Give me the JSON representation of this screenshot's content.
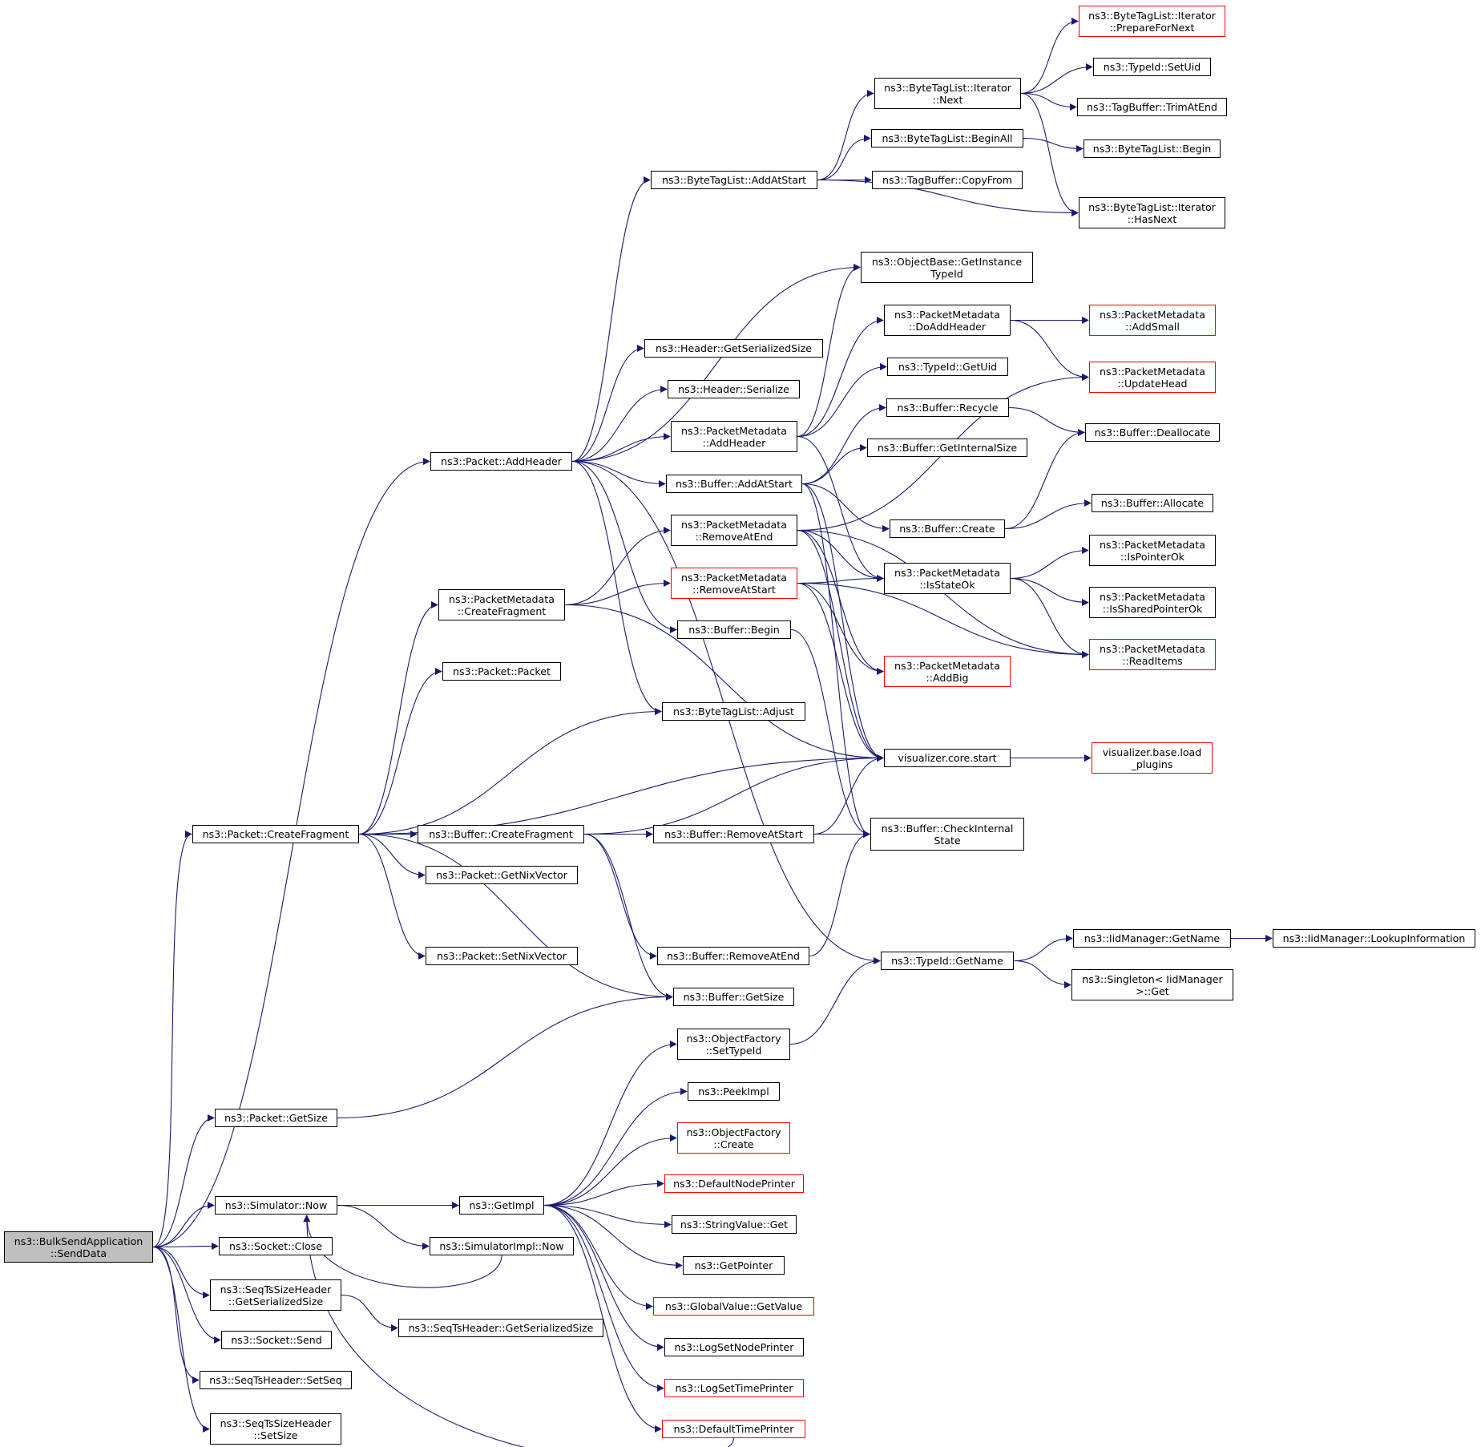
{
  "graph": {
    "edge_color": "#191970",
    "node_border": "#000000",
    "truncated_node_border": "#ff0000",
    "root_fill": "#bfbfbf",
    "nodes": {
      "root": {
        "label": "ns3::BulkSendApplication\n::SendData"
      },
      "pkt_addheader": {
        "label": "ns3::Packet::AddHeader"
      },
      "pkt_createfrag": {
        "label": "ns3::Packet::CreateFragment"
      },
      "pkt_getsize": {
        "label": "ns3::Packet::GetSize"
      },
      "sim_now": {
        "label": "ns3::Simulator::Now"
      },
      "sock_close": {
        "label": "ns3::Socket::Close"
      },
      "seqts_size_getser": {
        "label": "ns3::SeqTsSizeHeader\n::GetSerializedSize"
      },
      "sock_send": {
        "label": "ns3::Socket::Send"
      },
      "seqts_setseq": {
        "label": "ns3::SeqTsHeader::SetSeq"
      },
      "seqts_size_setsize": {
        "label": "ns3::SeqTsSizeHeader\n::SetSize"
      },
      "pm_createfrag": {
        "label": "ns3::PacketMetadata\n::CreateFragment"
      },
      "pkt_packet": {
        "label": "ns3::Packet::Packet"
      },
      "buf_createfrag": {
        "label": "ns3::Buffer::CreateFragment"
      },
      "pkt_getnix": {
        "label": "ns3::Packet::GetNixVector"
      },
      "pkt_setnix": {
        "label": "ns3::Packet::SetNixVector"
      },
      "getimpl": {
        "label": "ns3::GetImpl"
      },
      "simimpl_now": {
        "label": "ns3::SimulatorImpl::Now"
      },
      "seqts_getser": {
        "label": "ns3::SeqTsHeader::GetSerializedSize"
      },
      "btl_addatstart": {
        "label": "ns3::ByteTagList::AddAtStart"
      },
      "hdr_getser": {
        "label": "ns3::Header::GetSerializedSize"
      },
      "hdr_serialize": {
        "label": "ns3::Header::Serialize"
      },
      "pm_addheader": {
        "label": "ns3::PacketMetadata\n::AddHeader"
      },
      "buf_addatstart": {
        "label": "ns3::Buffer::AddAtStart"
      },
      "pm_removeatend": {
        "label": "ns3::PacketMetadata\n::RemoveAtEnd"
      },
      "pm_removeatstart": {
        "label": "ns3::PacketMetadata\n::RemoveAtStart"
      },
      "buf_begin": {
        "label": "ns3::Buffer::Begin"
      },
      "btl_adjust": {
        "label": "ns3::ByteTagList::Adjust"
      },
      "buf_removeatstart": {
        "label": "ns3::Buffer::RemoveAtStart"
      },
      "buf_removeatend": {
        "label": "ns3::Buffer::RemoveAtEnd"
      },
      "buf_getsize": {
        "label": "ns3::Buffer::GetSize"
      },
      "of_settypeid": {
        "label": "ns3::ObjectFactory\n::SetTypeId"
      },
      "peekimpl": {
        "label": "ns3::PeekImpl"
      },
      "of_create": {
        "label": "ns3::ObjectFactory\n::Create"
      },
      "defnodeprinter": {
        "label": "ns3::DefaultNodePrinter"
      },
      "stringvalue_get": {
        "label": "ns3::StringValue::Get"
      },
      "getpointer": {
        "label": "ns3::GetPointer"
      },
      "globalvalue_getvalue": {
        "label": "ns3::GlobalValue::GetValue"
      },
      "logsetnodeprinter": {
        "label": "ns3::LogSetNodePrinter"
      },
      "logsettimeprinter": {
        "label": "ns3::LogSetTimePrinter"
      },
      "deftimeprinter": {
        "label": "ns3::DefaultTimePrinter"
      },
      "btli_next": {
        "label": "ns3::ByteTagList::Iterator\n::Next"
      },
      "btl_beginall": {
        "label": "ns3::ByteTagList::BeginAll"
      },
      "tb_copyfrom": {
        "label": "ns3::TagBuffer::CopyFrom"
      },
      "ob_getinstancetypeid": {
        "label": "ns3::ObjectBase::GetInstance\nTypeId"
      },
      "pm_doaddheader": {
        "label": "ns3::PacketMetadata\n::DoAddHeader"
      },
      "typeid_getuid": {
        "label": "ns3::TypeId::GetUid"
      },
      "buf_recycle": {
        "label": "ns3::Buffer::Recycle"
      },
      "buf_getinternalsize": {
        "label": "ns3::Buffer::GetInternalSize"
      },
      "buf_create": {
        "label": "ns3::Buffer::Create"
      },
      "pm_isstateok": {
        "label": "ns3::PacketMetadata\n::IsStateOk"
      },
      "pm_addbig": {
        "label": "ns3::PacketMetadata\n::AddBig"
      },
      "viz_core_start": {
        "label": "visualizer.core.start"
      },
      "buf_checkinternal": {
        "label": "ns3::Buffer::CheckInternal\nState"
      },
      "typeid_getname": {
        "label": "ns3::TypeId::GetName"
      },
      "btli_preparefornext": {
        "label": "ns3::ByteTagList::Iterator\n::PrepareForNext"
      },
      "typeid_setuid": {
        "label": "ns3::TypeId::SetUid"
      },
      "tb_trimatend": {
        "label": "ns3::TagBuffer::TrimAtEnd"
      },
      "btl_begin": {
        "label": "ns3::ByteTagList::Begin"
      },
      "btli_hasnext": {
        "label": "ns3::ByteTagList::Iterator\n::HasNext"
      },
      "pm_addsmall": {
        "label": "ns3::PacketMetadata\n::AddSmall"
      },
      "pm_updatehead": {
        "label": "ns3::PacketMetadata\n::UpdateHead"
      },
      "buf_deallocate": {
        "label": "ns3::Buffer::Deallocate"
      },
      "buf_allocate": {
        "label": "ns3::Buffer::Allocate"
      },
      "pm_ispointerok": {
        "label": "ns3::PacketMetadata\n::IsPointerOk"
      },
      "pm_issharedpointerok": {
        "label": "ns3::PacketMetadata\n::IsSharedPointerOk"
      },
      "pm_readitems": {
        "label": "ns3::PacketMetadata\n::ReadItems"
      },
      "viz_loadplugins": {
        "label": "visualizer.base.load\n_plugins"
      },
      "iid_getname": {
        "label": "ns3::IidManager::GetName"
      },
      "singleton_get": {
        "label": "ns3::Singleton< IidManager\n>::Get"
      },
      "iid_lookupinfo": {
        "label": "ns3::IidManager::LookupInformation"
      }
    },
    "edges": [
      [
        "root",
        "pkt_addheader"
      ],
      [
        "root",
        "pkt_createfrag"
      ],
      [
        "root",
        "pkt_getsize"
      ],
      [
        "root",
        "sim_now"
      ],
      [
        "root",
        "sock_close"
      ],
      [
        "root",
        "seqts_size_getser"
      ],
      [
        "root",
        "sock_send"
      ],
      [
        "root",
        "seqts_setseq"
      ],
      [
        "root",
        "seqts_size_setsize"
      ],
      [
        "pkt_addheader",
        "btl_addatstart"
      ],
      [
        "pkt_addheader",
        "ob_getinstancetypeid"
      ],
      [
        "pkt_addheader",
        "hdr_getser"
      ],
      [
        "pkt_addheader",
        "hdr_serialize"
      ],
      [
        "pkt_addheader",
        "pm_addheader"
      ],
      [
        "pkt_addheader",
        "buf_addatstart"
      ],
      [
        "pkt_addheader",
        "buf_begin"
      ],
      [
        "pkt_addheader",
        "btl_adjust"
      ],
      [
        "pkt_addheader",
        "typeid_getname"
      ],
      [
        "pkt_createfrag",
        "pm_createfrag"
      ],
      [
        "pkt_createfrag",
        "pkt_packet"
      ],
      [
        "pkt_createfrag",
        "btl_adjust"
      ],
      [
        "pkt_createfrag",
        "viz_core_start"
      ],
      [
        "pkt_createfrag",
        "buf_createfrag"
      ],
      [
        "pkt_createfrag",
        "pkt_getnix"
      ],
      [
        "pkt_createfrag",
        "pkt_setnix"
      ],
      [
        "pkt_createfrag",
        "buf_getsize"
      ],
      [
        "pkt_getsize",
        "buf_getsize"
      ],
      [
        "sim_now",
        "getimpl"
      ],
      [
        "sim_now",
        "simimpl_now"
      ],
      [
        "seqts_size_getser",
        "seqts_getser"
      ],
      [
        "pm_createfrag",
        "pm_removeatend"
      ],
      [
        "pm_createfrag",
        "pm_removeatstart"
      ],
      [
        "pm_createfrag",
        "viz_core_start"
      ],
      [
        "buf_createfrag",
        "buf_removeatstart"
      ],
      [
        "buf_createfrag",
        "buf_removeatend"
      ],
      [
        "buf_createfrag",
        "buf_getsize"
      ],
      [
        "buf_createfrag",
        "viz_core_start"
      ],
      [
        "buf_createfrag",
        "buf_checkinternal"
      ],
      [
        "getimpl",
        "of_settypeid"
      ],
      [
        "getimpl",
        "peekimpl"
      ],
      [
        "getimpl",
        "of_create"
      ],
      [
        "getimpl",
        "defnodeprinter"
      ],
      [
        "getimpl",
        "stringvalue_get"
      ],
      [
        "getimpl",
        "getpointer"
      ],
      [
        "getimpl",
        "globalvalue_getvalue"
      ],
      [
        "getimpl",
        "logsetnodeprinter"
      ],
      [
        "getimpl",
        "logsettimeprinter"
      ],
      [
        "getimpl",
        "deftimeprinter"
      ],
      [
        "simimpl_now",
        "sim_now"
      ],
      [
        "deftimeprinter",
        "sim_now"
      ],
      [
        "btl_addatstart",
        "btli_next"
      ],
      [
        "btl_addatstart",
        "btl_beginall"
      ],
      [
        "btl_addatstart",
        "tb_copyfrom"
      ],
      [
        "btl_addatstart",
        "btli_hasnext"
      ],
      [
        "btli_next",
        "btli_preparefornext"
      ],
      [
        "btli_next",
        "typeid_setuid"
      ],
      [
        "btli_next",
        "tb_trimatend"
      ],
      [
        "btli_next",
        "btli_hasnext"
      ],
      [
        "btl_beginall",
        "btl_begin"
      ],
      [
        "pm_addheader",
        "ob_getinstancetypeid"
      ],
      [
        "pm_addheader",
        "pm_doaddheader"
      ],
      [
        "pm_addheader",
        "typeid_getuid"
      ],
      [
        "pm_addheader",
        "pm_isstateok"
      ],
      [
        "pm_doaddheader",
        "pm_addsmall"
      ],
      [
        "pm_doaddheader",
        "pm_updatehead"
      ],
      [
        "buf_addatstart",
        "buf_recycle"
      ],
      [
        "buf_addatstart",
        "buf_getinternalsize"
      ],
      [
        "buf_addatstart",
        "buf_create"
      ],
      [
        "buf_addatstart",
        "viz_core_start"
      ],
      [
        "buf_addatstart",
        "buf_checkinternal"
      ],
      [
        "buf_recycle",
        "buf_deallocate"
      ],
      [
        "buf_create",
        "buf_deallocate"
      ],
      [
        "buf_create",
        "buf_allocate"
      ],
      [
        "pm_removeatend",
        "pm_updatehead"
      ],
      [
        "pm_removeatend",
        "pm_isstateok"
      ],
      [
        "pm_removeatend",
        "pm_addbig"
      ],
      [
        "pm_removeatend",
        "pm_readitems"
      ],
      [
        "pm_removeatend",
        "viz_core_start"
      ],
      [
        "pm_removeatstart",
        "pm_isstateok"
      ],
      [
        "pm_removeatstart",
        "pm_addbig"
      ],
      [
        "pm_removeatstart",
        "pm_readitems"
      ],
      [
        "pm_removeatstart",
        "viz_core_start"
      ],
      [
        "pm_isstateok",
        "pm_ispointerok"
      ],
      [
        "pm_isstateok",
        "pm_issharedpointerok"
      ],
      [
        "pm_isstateok",
        "pm_readitems"
      ],
      [
        "buf_begin",
        "buf_checkinternal"
      ],
      [
        "buf_removeatstart",
        "buf_checkinternal"
      ],
      [
        "buf_removeatstart",
        "viz_core_start"
      ],
      [
        "buf_removeatend",
        "buf_checkinternal"
      ],
      [
        "viz_core_start",
        "viz_loadplugins"
      ],
      [
        "of_settypeid",
        "typeid_getname"
      ],
      [
        "typeid_getname",
        "iid_getname"
      ],
      [
        "typeid_getname",
        "singleton_get"
      ],
      [
        "iid_getname",
        "iid_lookupinfo"
      ]
    ]
  }
}
